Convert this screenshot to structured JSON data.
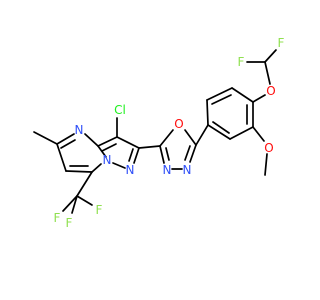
{
  "molecule": {
    "colors": {
      "bond": "#000000",
      "carbon": "#000000",
      "nitrogen": "#3050F8",
      "oxygen": "#FF0D0D",
      "fluorine": "#90E050",
      "chlorine": "#1FF01F",
      "methyl": "#000000"
    },
    "labels": {
      "cl": "Cl",
      "n_pyrimidine": "N",
      "n_bridge": "N",
      "n_pyrazole": "N",
      "o_oxadiazole": "O",
      "n_oxadiazole_1": "N",
      "n_oxadiazole_2": "N",
      "f_cf3_1": "F",
      "f_cf3_2": "F",
      "f_cf3_3": "F",
      "o_ether": "O",
      "f_chf2_1": "F",
      "f_chf2_2": "F",
      "o_methoxy": "O"
    }
  }
}
